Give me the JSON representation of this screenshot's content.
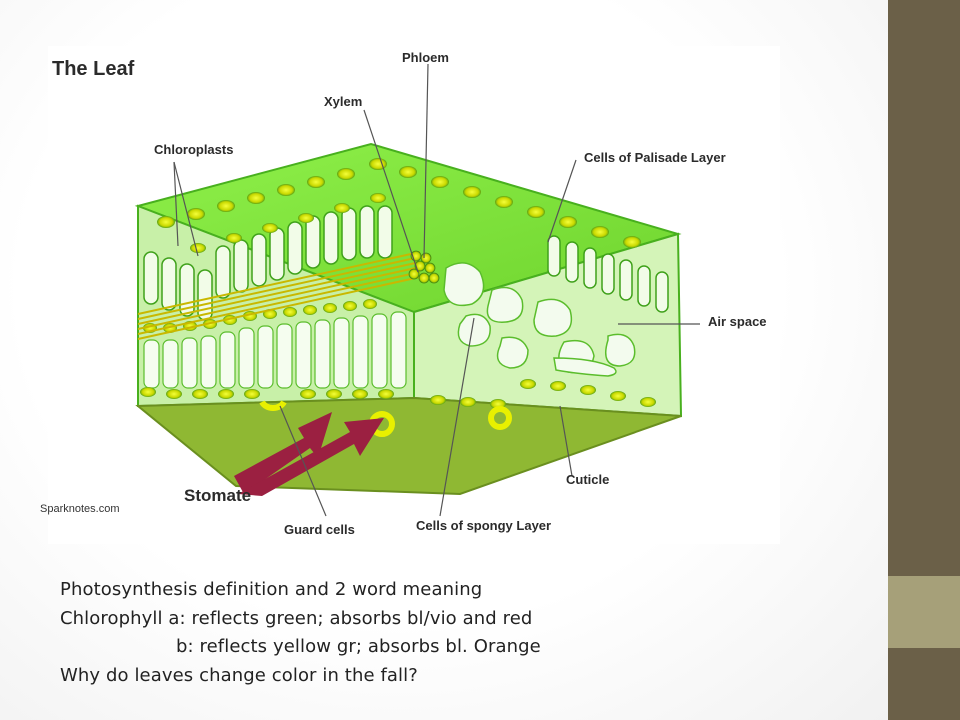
{
  "diagram": {
    "title": "The Leaf",
    "labels": {
      "phloem": "Phloem",
      "xylem": "Xylem",
      "chloroplasts": "Chloroplasts",
      "palisade": "Cells of Palisade Layer",
      "air_space": "Air space",
      "cuticle": "Cuticle",
      "stomate": "Stomate",
      "guard_cells": "Guard cells",
      "spongy": "Cells of spongy Layer"
    },
    "colors": {
      "leaf_green": "#7ee03a",
      "dark_green": "#3fa11a",
      "chloroplast_yellow": "#d8e000",
      "underside": "#8fb833",
      "arrow": "#9b2041"
    }
  },
  "source": "Sparknotes.com",
  "notes": [
    "Photosynthesis definition and 2 word meaning",
    "Chlorophyll a: reflects green; absorbs bl/vio and red",
    "b: reflects yellow gr; absorbs bl. Orange",
    "Why do leaves change color in the fall?"
  ]
}
